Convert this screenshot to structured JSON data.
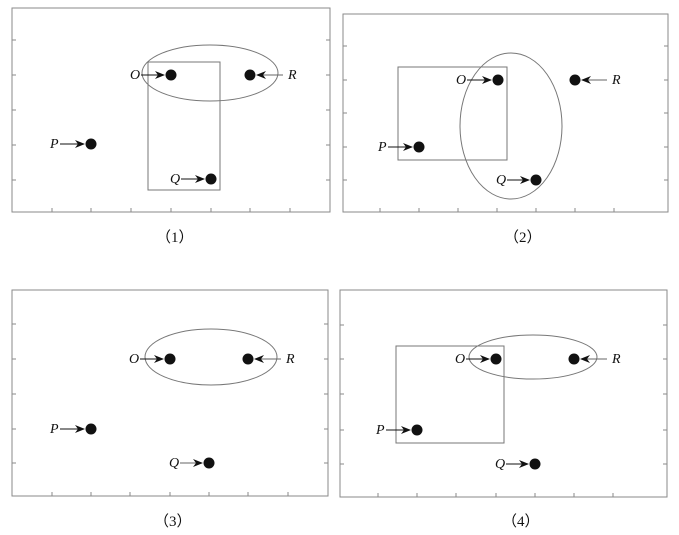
{
  "points": {
    "P": "P",
    "O": "O",
    "Q": "Q",
    "R": "R"
  },
  "panels": [
    {
      "caption": "（1）"
    },
    {
      "caption": "（2）"
    },
    {
      "caption": "（3）"
    },
    {
      "caption": "（4）"
    }
  ]
}
